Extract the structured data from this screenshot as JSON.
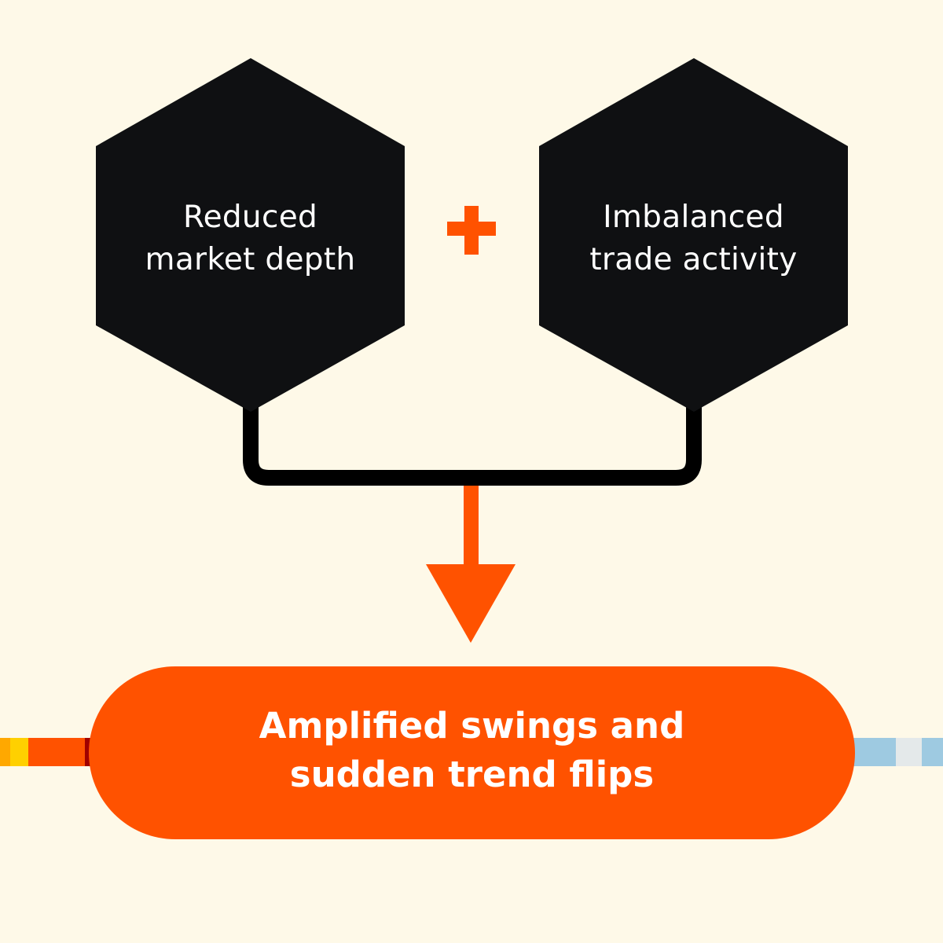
{
  "diagram": {
    "type": "flow",
    "inputs": [
      {
        "id": "reduced-market-depth",
        "lines": [
          "Reduced",
          "market depth"
        ],
        "shape": "hexagon",
        "fill": "#0F1012"
      },
      {
        "id": "imbalanced-trade-activity",
        "lines": [
          "Imbalanced",
          "trade activity"
        ],
        "shape": "hexagon",
        "fill": "#0F1012"
      }
    ],
    "operator": {
      "symbol": "+",
      "icon": "plus-icon",
      "color": "#FF5200"
    },
    "connector_color": "#000000",
    "arrow": {
      "icon": "arrow-down-icon",
      "color": "#FF5200"
    },
    "result": {
      "id": "amplified-swings",
      "lines": [
        "Amplified swings and",
        "sudden trend flips"
      ],
      "shape": "pill",
      "fill": "#FF5200"
    }
  },
  "decorations": {
    "left_bar_colors": [
      "#FFA800",
      "#FFD000",
      "#FF5200",
      "#A00000"
    ],
    "right_bar_colors": [
      "#9ECAE1",
      "#E4E9EA",
      "#9ECAE1"
    ]
  },
  "colors": {
    "background": "#FEF9E8",
    "accent": "#FF5200",
    "dark": "#0F1012",
    "text_on_dark": "#FFFFFF"
  }
}
